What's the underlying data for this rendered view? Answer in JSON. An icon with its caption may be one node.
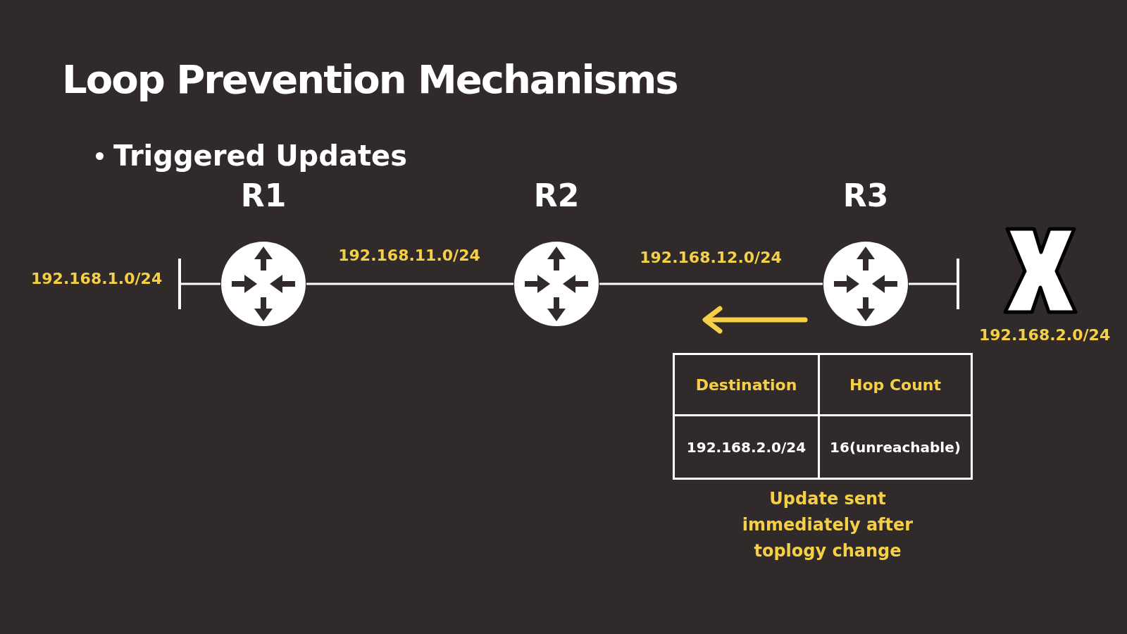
{
  "diagram": {
    "title": "Loop Prevention Mechanisms",
    "nodes": [
      {
        "text": [],
        "shape": "bar",
        "beside": [
          "192.168.1.0/24"
        ]
      },
      {
        "text": [
          "R1"
        ]
      },
      {
        "text": [
          "R2"
        ]
      },
      {
        "text": [
          "R3"
        ]
      },
      {
        "text": [],
        "shape": "bar",
        "beside": [
          "192.168.2.0/24"
        ]
      }
    ],
    "edges": [
      {
        "from": 0,
        "to": 1,
        "arrow": "none"
      },
      {
        "from": 1,
        "to": 2,
        "arrow": "none",
        "label": "192.168.11.0/24"
      },
      {
        "from": 2,
        "to": 3,
        "arrow": "none",
        "label": "192.168.12.0/24"
      },
      {
        "from": 3,
        "to": 4,
        "arrow": "none"
      }
    ],
    "labels": [
      "Triggered Updates",
      "Destination",
      "Hop Count",
      "192.168.2.0/24",
      "16(unreachable)",
      "Update sent immediately after toplogy change"
    ]
  }
}
